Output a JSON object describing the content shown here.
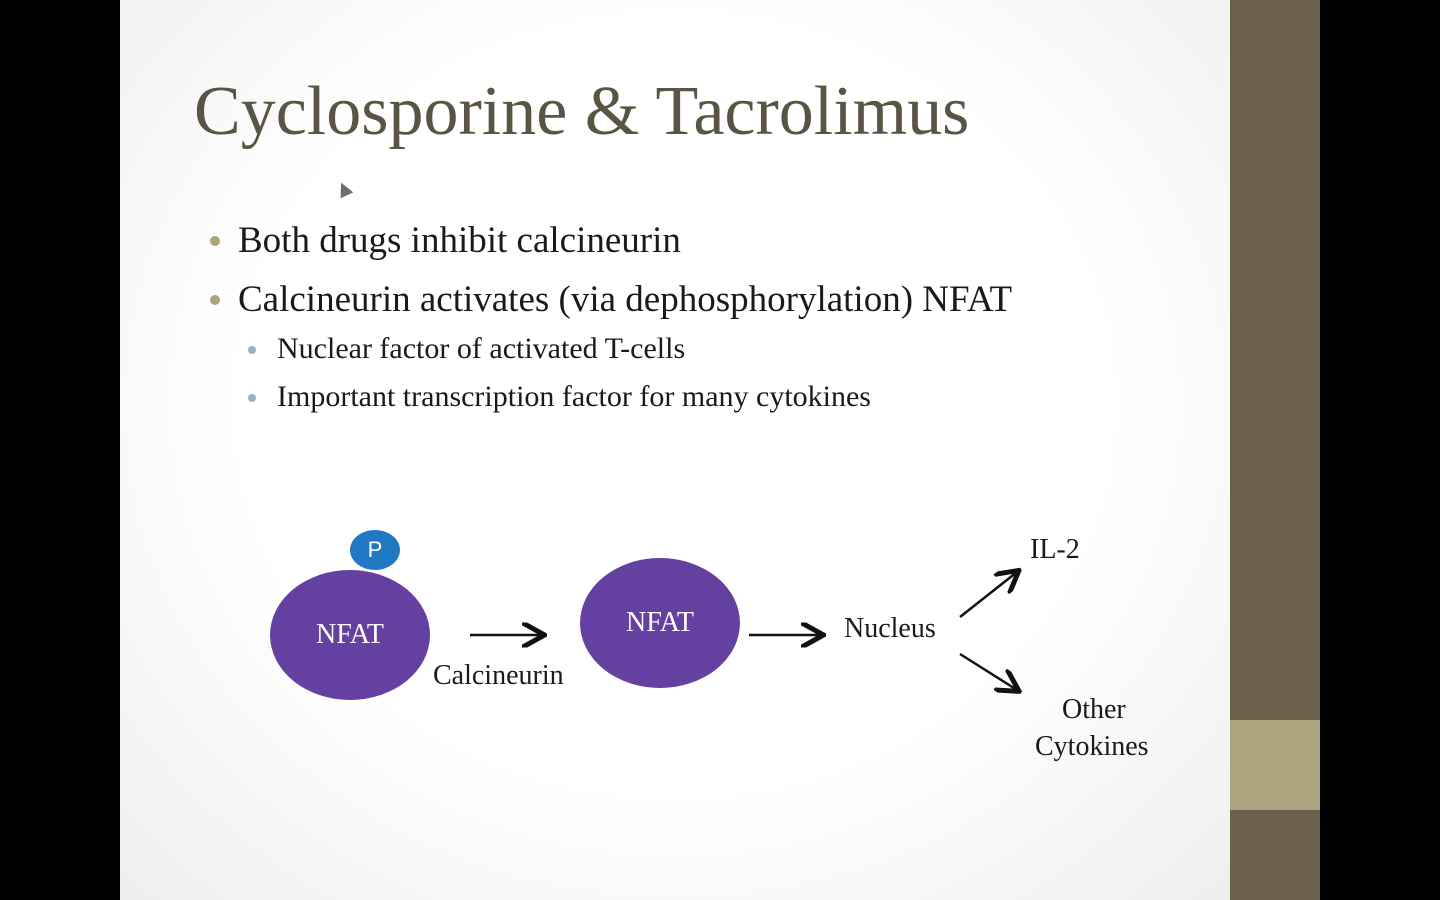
{
  "title": "Cyclosporine & Tacrolimus",
  "bullets": [
    {
      "text": "Both drugs inhibit calcineurin"
    },
    {
      "text": "Calcineurin activates (via dephosphorylation) NFAT",
      "sub": [
        "Nuclear factor of activated T-cells",
        "Important transcription factor for many cytokines"
      ]
    }
  ],
  "diagram": {
    "phospho": "P",
    "nfat1": "NFAT",
    "nfat2": "NFAT",
    "enzyme": "Calcineurin",
    "nucleus": "Nucleus",
    "out1": "IL-2",
    "out2a": "Other",
    "out2b": "Cytokines"
  },
  "colors": {
    "title": "#5a5444",
    "nfat": "#6440a0",
    "phospho": "#1f78c1",
    "sidebar": "#6a604c",
    "sidebar_accent": "#aba47f"
  }
}
